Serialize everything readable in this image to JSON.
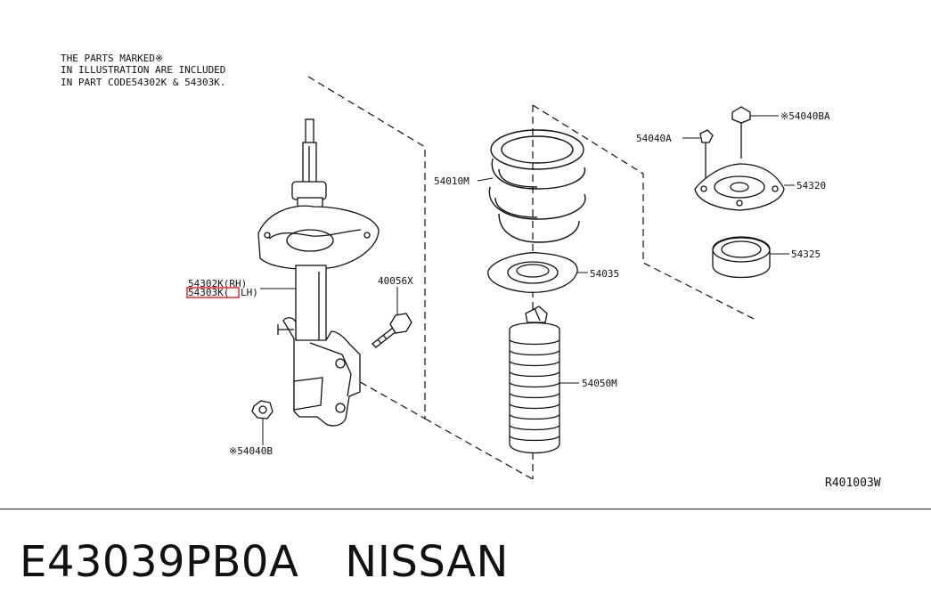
{
  "note": {
    "line1": "THE PARTS MARKED※",
    "line2": "IN ILLUSTRATION ARE INCLUDED",
    "line3": "IN PART CODE54302K & 54303K."
  },
  "labels": {
    "p54302k": "54302K(RH)",
    "p54303k_code": "54303K(",
    "p54303k_suffix": "LH)",
    "p40056x": "40056X",
    "p54040b": "※54040B",
    "p54010m": "54010M",
    "p54035": "54035",
    "p54050m": "54050M",
    "p54040a": "54040A",
    "p54040ba": "※54040BA",
    "p54320": "54320",
    "p54325": "54325"
  },
  "diagram_code": "R401003W",
  "footer": {
    "part_number": "E43039PB0A",
    "brand": "NISSAN"
  },
  "colors": {
    "line": "#111111",
    "highlight": "#e8191c"
  }
}
